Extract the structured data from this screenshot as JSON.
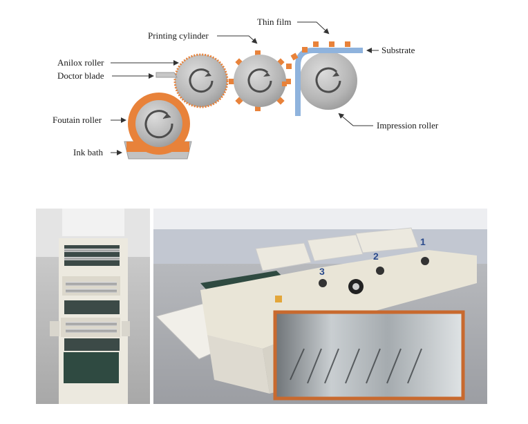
{
  "diagram": {
    "labels": {
      "thin_film": "Thin film",
      "printing_cylinder": "Printing cylinder",
      "substrate": "Substrate",
      "anilox_roller": "Anilox roller",
      "doctor_blade": "Doctor blade",
      "fountain_roller": "Foutain roller",
      "impression_roller": "Impression roller",
      "ink_bath": "Ink bath"
    },
    "colors": {
      "orange": "#e8823a",
      "roller_gray": "#b3b3b3",
      "substrate_blue": "#8fb3dd",
      "arrow_dark": "#4d4d4d"
    }
  },
  "photos": {
    "station_numbers": [
      "1",
      "2",
      "3"
    ],
    "inset_frame_color": "#c8692e"
  }
}
